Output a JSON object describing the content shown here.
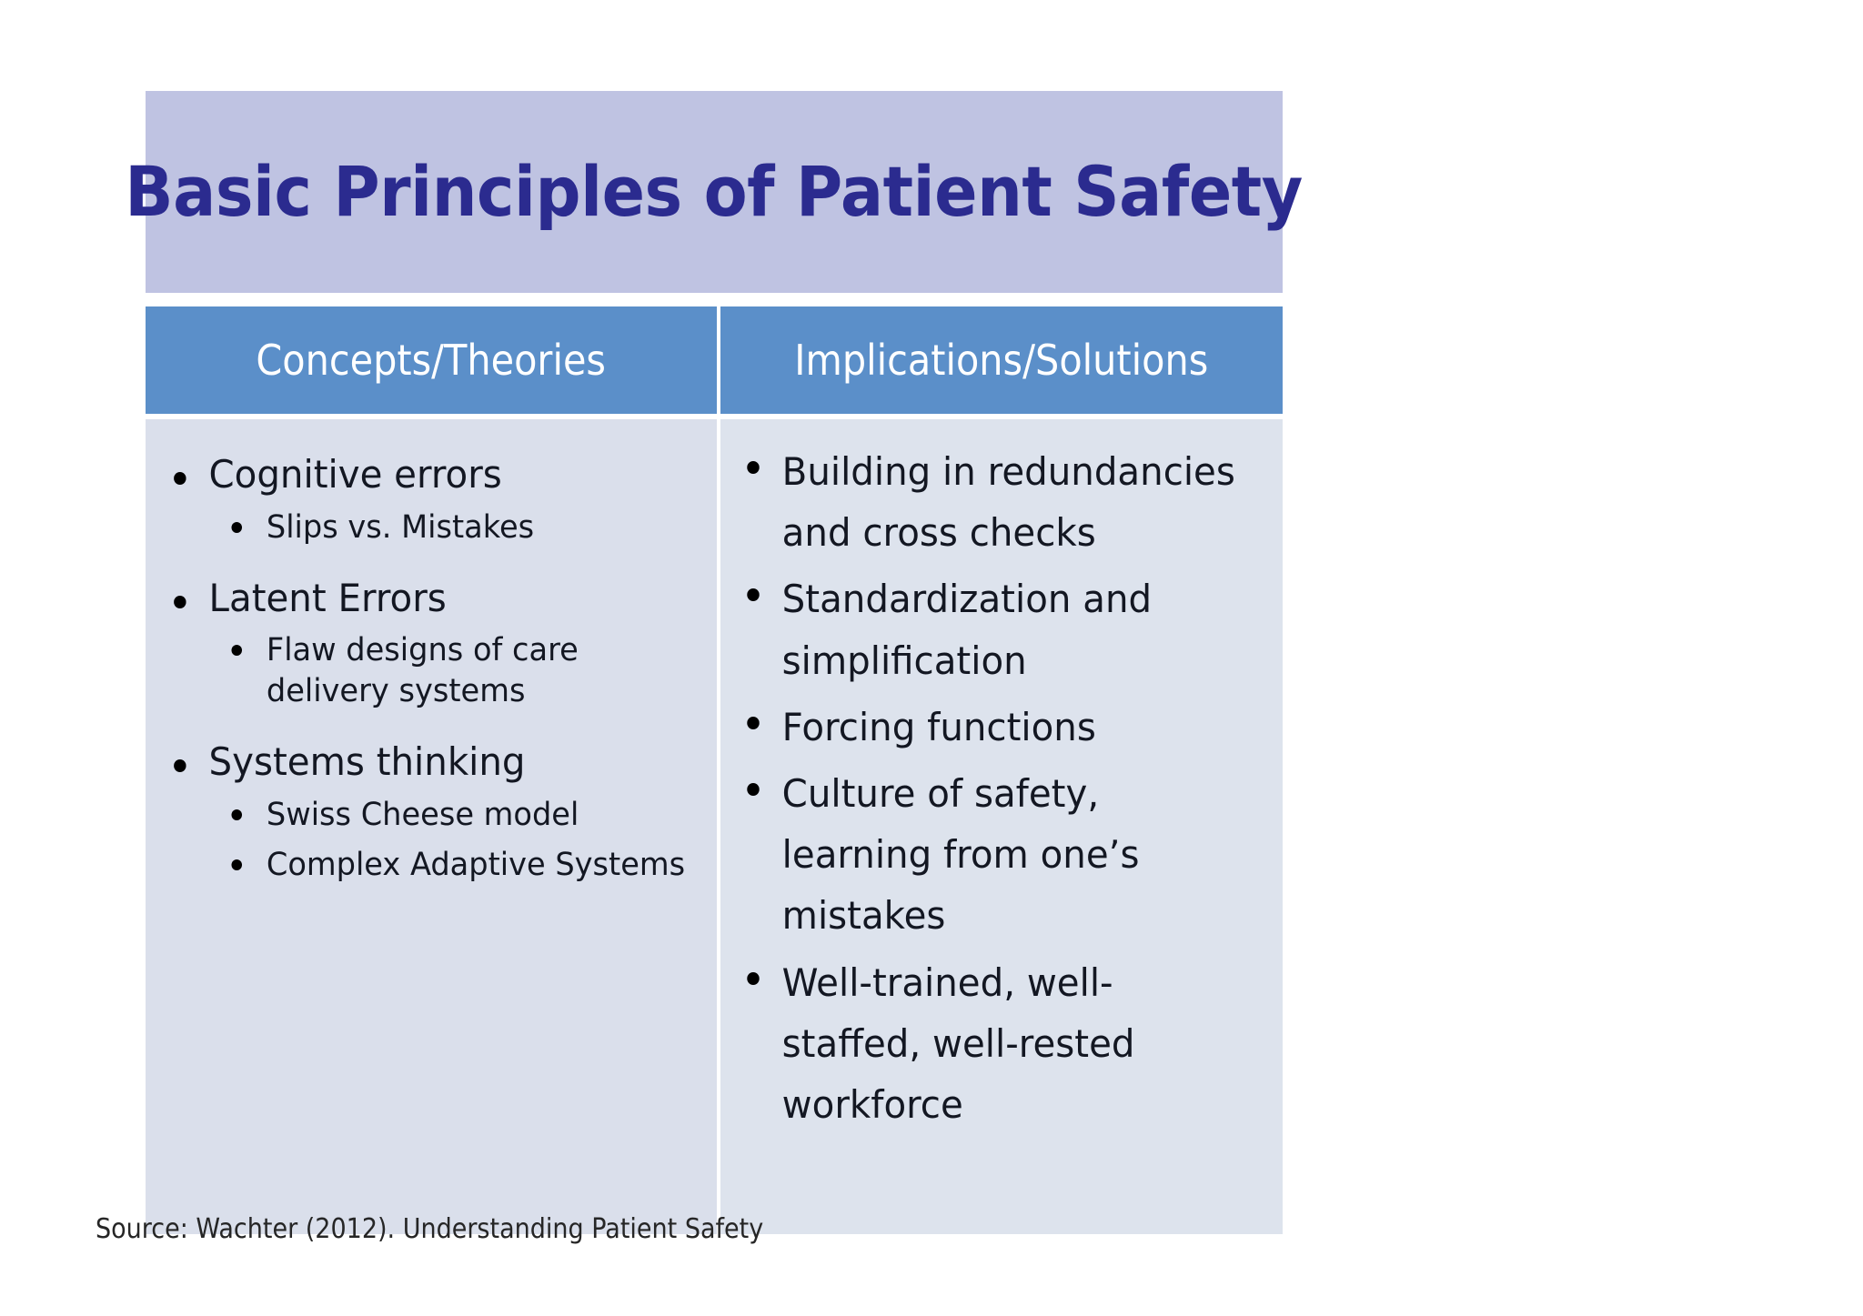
{
  "slide": {
    "title": "Basic Principles of Patient Safety",
    "source_note": "Source: Wachter (2012). Understanding Patient Safety",
    "colors": {
      "title_band_bg": "#bfc3e2",
      "title_text": "#2b2b8f",
      "header_bg": "#5b8fc9",
      "header_text": "#ffffff",
      "body_left_bg": "#dadfeb",
      "body_right_bg": "#dde3ed",
      "body_text": "#131722",
      "page_bg": "#ffffff"
    }
  },
  "table": {
    "headers": [
      "Concepts/Theories",
      "Implications/Solutions"
    ],
    "left_column": {
      "groups": [
        {
          "label": "Cognitive errors",
          "sub_items": [
            "Slips vs. Mistakes"
          ]
        },
        {
          "label": "Latent Errors",
          "sub_items": [
            "Flaw designs of care delivery systems"
          ]
        },
        {
          "label": "Systems thinking",
          "sub_items": [
            "Swiss Cheese model",
            "Complex Adaptive Systems"
          ]
        }
      ]
    },
    "right_column": {
      "items": [
        "Building in redundancies and cross checks",
        "Standardization and simplification",
        "Forcing functions",
        "Culture of safety, learning from one’s mistakes",
        "Well-trained, well-staffed, well-rested workforce"
      ]
    }
  }
}
